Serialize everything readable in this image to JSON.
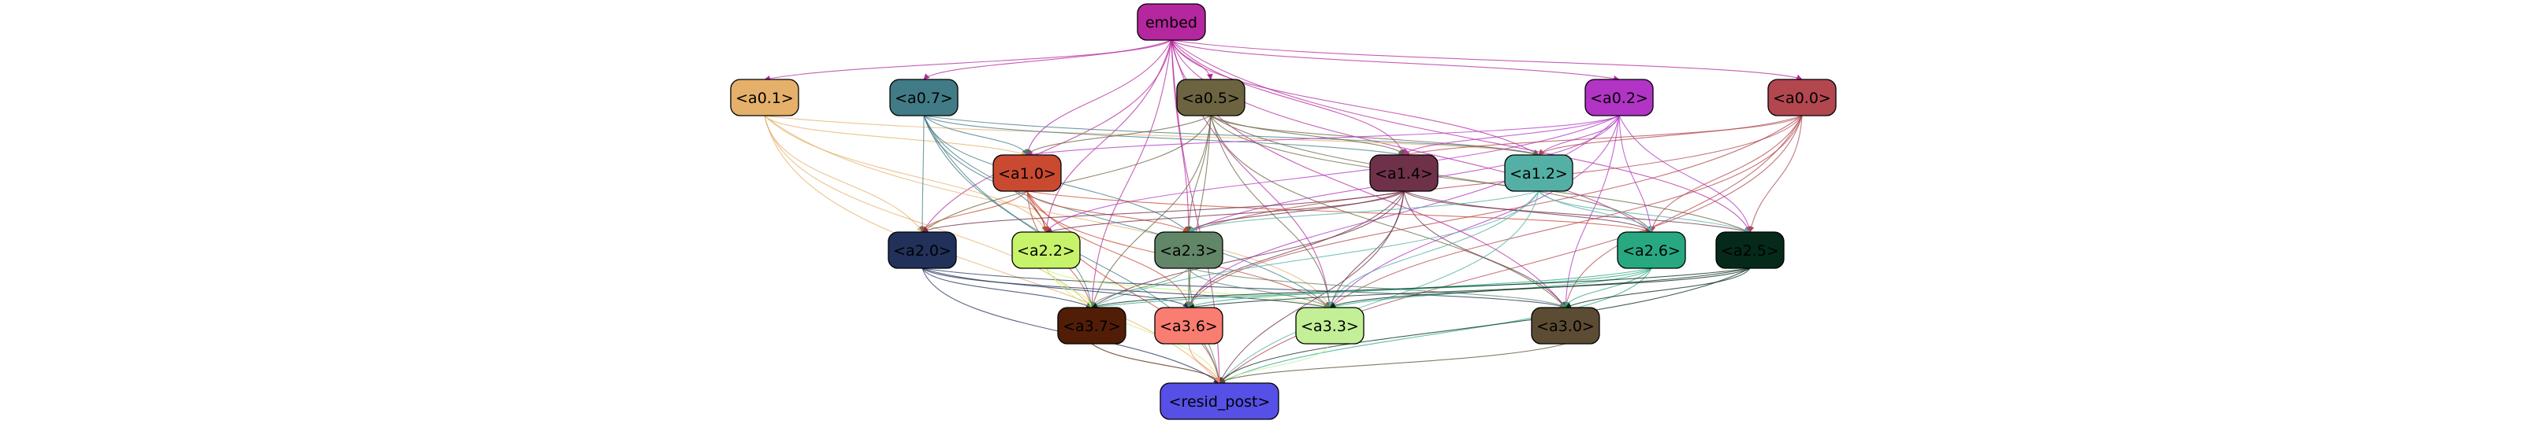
{
  "nodes": [
    {
      "id": "embed",
      "label": "embed",
      "fill": "#b5279e",
      "text": "#000000"
    },
    {
      "id": "a0_1",
      "label": "<a0.1>",
      "fill": "#e5b06a",
      "text": "#000000"
    },
    {
      "id": "a0_7",
      "label": "<a0.7>",
      "fill": "#417b86",
      "text": "#000000"
    },
    {
      "id": "a0_5",
      "label": "<a0.5>",
      "fill": "#6c6440",
      "text": "#000000"
    },
    {
      "id": "a0_2",
      "label": "<a0.2>",
      "fill": "#b134c5",
      "text": "#000000"
    },
    {
      "id": "a0_0",
      "label": "<a0.0>",
      "fill": "#b2474f",
      "text": "#000000"
    },
    {
      "id": "a1_0",
      "label": "<a1.0>",
      "fill": "#c94a31",
      "text": "#000000"
    },
    {
      "id": "a1_4",
      "label": "<a1.4>",
      "fill": "#6f3149",
      "text": "#000000"
    },
    {
      "id": "a1_2",
      "label": "<a1.2>",
      "fill": "#54afa4",
      "text": "#000000"
    },
    {
      "id": "a2_0",
      "label": "<a2.0>",
      "fill": "#22315a",
      "text": "#000000"
    },
    {
      "id": "a2_2",
      "label": "<a2.2>",
      "fill": "#c7f36a",
      "text": "#000000"
    },
    {
      "id": "a2_3",
      "label": "<a2.3>",
      "fill": "#628668",
      "text": "#000000"
    },
    {
      "id": "a2_6",
      "label": "<a2.6>",
      "fill": "#28a881",
      "text": "#000000"
    },
    {
      "id": "a2_5",
      "label": "<a2.5>",
      "fill": "#052a1a",
      "text": "#000000"
    },
    {
      "id": "a3_7",
      "label": "<a3.7>",
      "fill": "#521d07",
      "text": "#000000"
    },
    {
      "id": "a3_6",
      "label": "<a3.6>",
      "fill": "#f97d70",
      "text": "#000000"
    },
    {
      "id": "a3_3",
      "label": "<a3.3>",
      "fill": "#c3ef96",
      "text": "#000000"
    },
    {
      "id": "a3_0",
      "label": "<a3.0>",
      "fill": "#5c4c33",
      "text": "#000000"
    },
    {
      "id": "resid_post",
      "label": "<resid_post>",
      "fill": "#5650e6",
      "text": "#000000"
    }
  ],
  "edges": [
    {
      "from": "embed",
      "to": "a0_1",
      "color": "#b5279e"
    },
    {
      "from": "embed",
      "to": "a0_7",
      "color": "#b5279e"
    },
    {
      "from": "embed",
      "to": "a0_5",
      "color": "#b5279e"
    },
    {
      "from": "embed",
      "to": "a0_2",
      "color": "#b5279e"
    },
    {
      "from": "embed",
      "to": "a0_0",
      "color": "#b5279e"
    },
    {
      "from": "embed",
      "to": "a1_0",
      "color": "#b5279e"
    },
    {
      "from": "embed",
      "to": "a1_4",
      "color": "#b5279e"
    },
    {
      "from": "embed",
      "to": "a1_2",
      "color": "#b5279e"
    },
    {
      "from": "embed",
      "to": "a2_0",
      "color": "#b5279e"
    },
    {
      "from": "embed",
      "to": "a2_2",
      "color": "#b5279e"
    },
    {
      "from": "embed",
      "to": "a2_3",
      "color": "#b5279e"
    },
    {
      "from": "embed",
      "to": "a2_6",
      "color": "#b5279e"
    },
    {
      "from": "embed",
      "to": "a2_5",
      "color": "#b5279e"
    },
    {
      "from": "embed",
      "to": "a3_7",
      "color": "#b5279e"
    },
    {
      "from": "embed",
      "to": "a3_3",
      "color": "#b5279e"
    },
    {
      "from": "embed",
      "to": "a3_0",
      "color": "#b5279e"
    },
    {
      "from": "embed",
      "to": "resid_post",
      "color": "#b5279e"
    },
    {
      "from": "a0_1",
      "to": "a1_0",
      "color": "#e5b06a"
    },
    {
      "from": "a0_1",
      "to": "a1_2",
      "color": "#e5b06a"
    },
    {
      "from": "a0_1",
      "to": "a2_0",
      "color": "#e5b06a"
    },
    {
      "from": "a0_1",
      "to": "a2_2",
      "color": "#e5b06a"
    },
    {
      "from": "a0_1",
      "to": "a3_7",
      "color": "#e5b06a"
    },
    {
      "from": "a0_1",
      "to": "a3_3",
      "color": "#e5b06a"
    },
    {
      "from": "a0_1",
      "to": "resid_post",
      "color": "#e5b06a"
    },
    {
      "from": "a0_7",
      "to": "a1_0",
      "color": "#417b86"
    },
    {
      "from": "a0_7",
      "to": "a1_4",
      "color": "#417b86"
    },
    {
      "from": "a0_7",
      "to": "a1_2",
      "color": "#417b86"
    },
    {
      "from": "a0_7",
      "to": "a2_0",
      "color": "#417b86"
    },
    {
      "from": "a0_7",
      "to": "a2_2",
      "color": "#417b86"
    },
    {
      "from": "a0_7",
      "to": "a2_3",
      "color": "#417b86"
    },
    {
      "from": "a0_7",
      "to": "a3_7",
      "color": "#417b86"
    },
    {
      "from": "a0_7",
      "to": "a3_3",
      "color": "#417b86"
    },
    {
      "from": "a0_7",
      "to": "resid_post",
      "color": "#417b86"
    },
    {
      "from": "a0_5",
      "to": "a1_0",
      "color": "#6c6440"
    },
    {
      "from": "a0_5",
      "to": "a1_4",
      "color": "#6c6440"
    },
    {
      "from": "a0_5",
      "to": "a1_2",
      "color": "#6c6440"
    },
    {
      "from": "a0_5",
      "to": "a2_0",
      "color": "#6c6440"
    },
    {
      "from": "a0_5",
      "to": "a2_3",
      "color": "#6c6440"
    },
    {
      "from": "a0_5",
      "to": "a2_6",
      "color": "#6c6440"
    },
    {
      "from": "a0_5",
      "to": "a2_5",
      "color": "#6c6440"
    },
    {
      "from": "a0_5",
      "to": "a3_7",
      "color": "#6c6440"
    },
    {
      "from": "a0_5",
      "to": "a3_6",
      "color": "#6c6440"
    },
    {
      "from": "a0_5",
      "to": "a3_3",
      "color": "#6c6440"
    },
    {
      "from": "a0_5",
      "to": "a3_0",
      "color": "#6c6440"
    },
    {
      "from": "a0_2",
      "to": "a1_0",
      "color": "#b134c5"
    },
    {
      "from": "a0_2",
      "to": "a1_4",
      "color": "#b134c5"
    },
    {
      "from": "a0_2",
      "to": "a1_2",
      "color": "#b134c5"
    },
    {
      "from": "a0_2",
      "to": "a2_2",
      "color": "#b134c5"
    },
    {
      "from": "a0_2",
      "to": "a2_3",
      "color": "#b134c5"
    },
    {
      "from": "a0_2",
      "to": "a2_6",
      "color": "#b134c5"
    },
    {
      "from": "a0_2",
      "to": "a2_5",
      "color": "#b134c5"
    },
    {
      "from": "a0_2",
      "to": "a3_6",
      "color": "#b134c5"
    },
    {
      "from": "a0_2",
      "to": "a3_3",
      "color": "#b134c5"
    },
    {
      "from": "a0_2",
      "to": "a3_0",
      "color": "#b134c5"
    },
    {
      "from": "a0_0",
      "to": "a1_4",
      "color": "#b2474f"
    },
    {
      "from": "a0_0",
      "to": "a1_2",
      "color": "#b2474f"
    },
    {
      "from": "a0_0",
      "to": "a2_3",
      "color": "#b2474f"
    },
    {
      "from": "a0_0",
      "to": "a2_6",
      "color": "#b2474f"
    },
    {
      "from": "a0_0",
      "to": "a2_5",
      "color": "#b2474f"
    },
    {
      "from": "a0_0",
      "to": "a3_6",
      "color": "#b2474f"
    },
    {
      "from": "a0_0",
      "to": "a3_3",
      "color": "#b2474f"
    },
    {
      "from": "a0_0",
      "to": "a3_0",
      "color": "#b2474f"
    },
    {
      "from": "a0_0",
      "to": "resid_post",
      "color": "#b2474f"
    },
    {
      "from": "a1_0",
      "to": "a2_0",
      "color": "#c94a31"
    },
    {
      "from": "a1_0",
      "to": "a2_2",
      "color": "#c94a31"
    },
    {
      "from": "a1_0",
      "to": "a2_3",
      "color": "#c94a31"
    },
    {
      "from": "a1_0",
      "to": "a2_6",
      "color": "#c94a31"
    },
    {
      "from": "a1_0",
      "to": "a3_7",
      "color": "#c94a31"
    },
    {
      "from": "a1_0",
      "to": "a3_6",
      "color": "#c94a31"
    },
    {
      "from": "a1_0",
      "to": "a3_3",
      "color": "#c94a31"
    },
    {
      "from": "a1_0",
      "to": "resid_post",
      "color": "#c94a31"
    },
    {
      "from": "a1_4",
      "to": "a2_0",
      "color": "#6f3149"
    },
    {
      "from": "a1_4",
      "to": "a2_2",
      "color": "#6f3149"
    },
    {
      "from": "a1_4",
      "to": "a2_3",
      "color": "#6f3149"
    },
    {
      "from": "a1_4",
      "to": "a2_6",
      "color": "#6f3149"
    },
    {
      "from": "a1_4",
      "to": "a2_5",
      "color": "#6f3149"
    },
    {
      "from": "a1_4",
      "to": "a3_7",
      "color": "#6f3149"
    },
    {
      "from": "a1_4",
      "to": "a3_6",
      "color": "#6f3149"
    },
    {
      "from": "a1_4",
      "to": "a3_3",
      "color": "#6f3149"
    },
    {
      "from": "a1_4",
      "to": "a3_0",
      "color": "#6f3149"
    },
    {
      "from": "a1_4",
      "to": "resid_post",
      "color": "#6f3149"
    },
    {
      "from": "a1_2",
      "to": "a2_3",
      "color": "#54afa4"
    },
    {
      "from": "a1_2",
      "to": "a2_6",
      "color": "#54afa4"
    },
    {
      "from": "a1_2",
      "to": "a2_5",
      "color": "#54afa4"
    },
    {
      "from": "a1_2",
      "to": "a3_7",
      "color": "#54afa4"
    },
    {
      "from": "a1_2",
      "to": "a3_3",
      "color": "#54afa4"
    },
    {
      "from": "a1_2",
      "to": "resid_post",
      "color": "#54afa4"
    },
    {
      "from": "a2_0",
      "to": "a3_7",
      "color": "#22315a"
    },
    {
      "from": "a2_0",
      "to": "a3_6",
      "color": "#22315a"
    },
    {
      "from": "a2_0",
      "to": "a3_3",
      "color": "#22315a"
    },
    {
      "from": "a2_0",
      "to": "a3_0",
      "color": "#22315a"
    },
    {
      "from": "a2_0",
      "to": "resid_post",
      "color": "#22315a"
    },
    {
      "from": "a2_2",
      "to": "a3_7",
      "color": "#c7f36a"
    },
    {
      "from": "a2_2",
      "to": "a3_3",
      "color": "#c7f36a"
    },
    {
      "from": "a2_2",
      "to": "resid_post",
      "color": "#c7f36a"
    },
    {
      "from": "a2_3",
      "to": "a3_7",
      "color": "#628668"
    },
    {
      "from": "a2_3",
      "to": "a3_6",
      "color": "#628668"
    },
    {
      "from": "a2_3",
      "to": "a3_3",
      "color": "#628668"
    },
    {
      "from": "a2_3",
      "to": "a3_0",
      "color": "#628668"
    },
    {
      "from": "a2_3",
      "to": "resid_post",
      "color": "#628668"
    },
    {
      "from": "a2_6",
      "to": "a3_7",
      "color": "#28a881"
    },
    {
      "from": "a2_6",
      "to": "a3_6",
      "color": "#28a881"
    },
    {
      "from": "a2_6",
      "to": "a3_3",
      "color": "#28a881"
    },
    {
      "from": "a2_6",
      "to": "a3_0",
      "color": "#28a881"
    },
    {
      "from": "a2_6",
      "to": "resid_post",
      "color": "#28a881"
    },
    {
      "from": "a2_5",
      "to": "a3_7",
      "color": "#052a1a"
    },
    {
      "from": "a2_5",
      "to": "a3_6",
      "color": "#052a1a"
    },
    {
      "from": "a2_5",
      "to": "a3_3",
      "color": "#052a1a"
    },
    {
      "from": "a2_5",
      "to": "a3_0",
      "color": "#052a1a"
    },
    {
      "from": "a2_5",
      "to": "resid_post",
      "color": "#052a1a"
    },
    {
      "from": "a3_7",
      "to": "resid_post",
      "color": "#521d07"
    },
    {
      "from": "a3_6",
      "to": "resid_post",
      "color": "#f97d70"
    },
    {
      "from": "a3_3",
      "to": "resid_post",
      "color": "#c3ef96"
    },
    {
      "from": "a3_0",
      "to": "resid_post",
      "color": "#5c4c33"
    }
  ]
}
